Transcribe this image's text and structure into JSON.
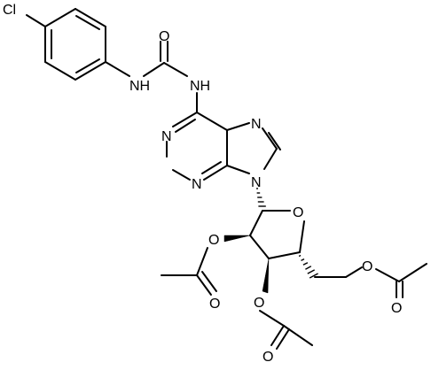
{
  "diagram": {
    "type": "chemical-structure",
    "atom_labels": {
      "cl": "Cl",
      "nh_urea": "NH",
      "o_urea": "O",
      "nh_purine": "NH",
      "n_pyr_1": "N",
      "n_pyr_3": "N",
      "n_im_7": "N",
      "n_im_9": "N",
      "o_ring": "O",
      "o_2prime": "O",
      "o_2prime_carbonyl": "O",
      "o_3prime": "O",
      "o_3prime_carbonyl": "O",
      "o_5prime": "O",
      "o_5prime_carbonyl": "O"
    }
  }
}
